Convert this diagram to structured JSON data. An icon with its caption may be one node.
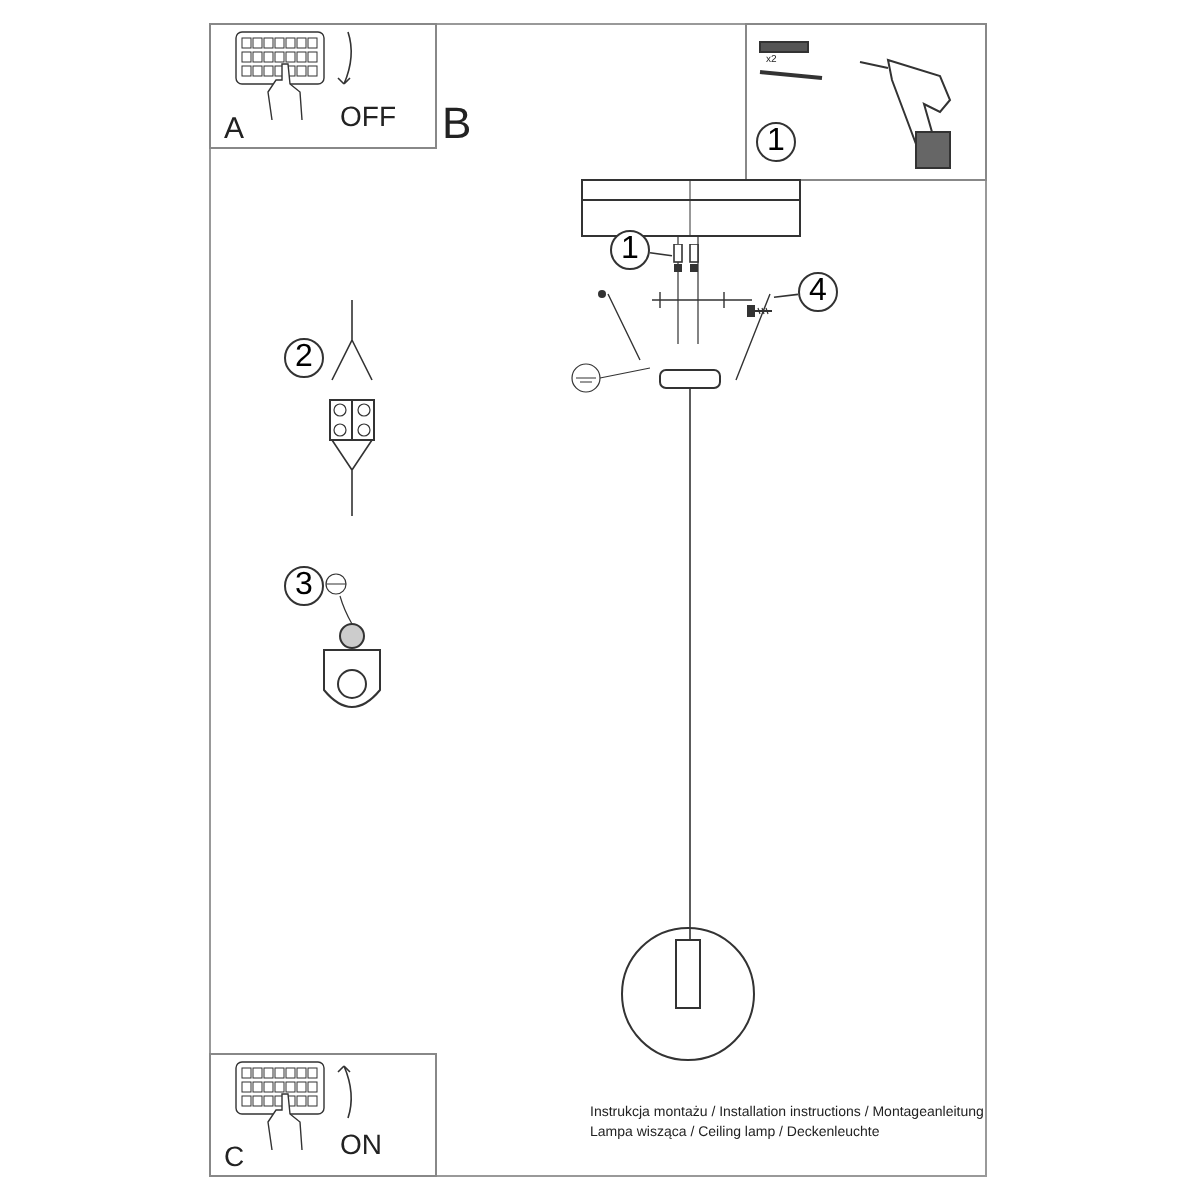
{
  "diagram": {
    "nodes": [
      {
        "text": [
          "1"
        ]
      },
      {
        "text": [
          "1"
        ]
      },
      {
        "text": [],
        "shape": "picture"
      },
      {
        "text": [
          "4"
        ]
      },
      {
        "text": [],
        "shape": "picture"
      },
      {
        "text": [
          "2"
        ]
      },
      {
        "text": [
          "3"
        ]
      }
    ],
    "edges": [
      {
        "from": 1,
        "to": 2,
        "arrow": "none"
      },
      {
        "from": 3,
        "to": 4,
        "arrow": "none"
      }
    ],
    "labels": [
      "A",
      "OFF",
      "B",
      "x2",
      "C",
      "ON",
      "Instrukcja montażu / Installation instructions / Montageanleitung",
      "Lampa wisząca / Ceiling lamp / Deckenleuchte"
    ]
  }
}
